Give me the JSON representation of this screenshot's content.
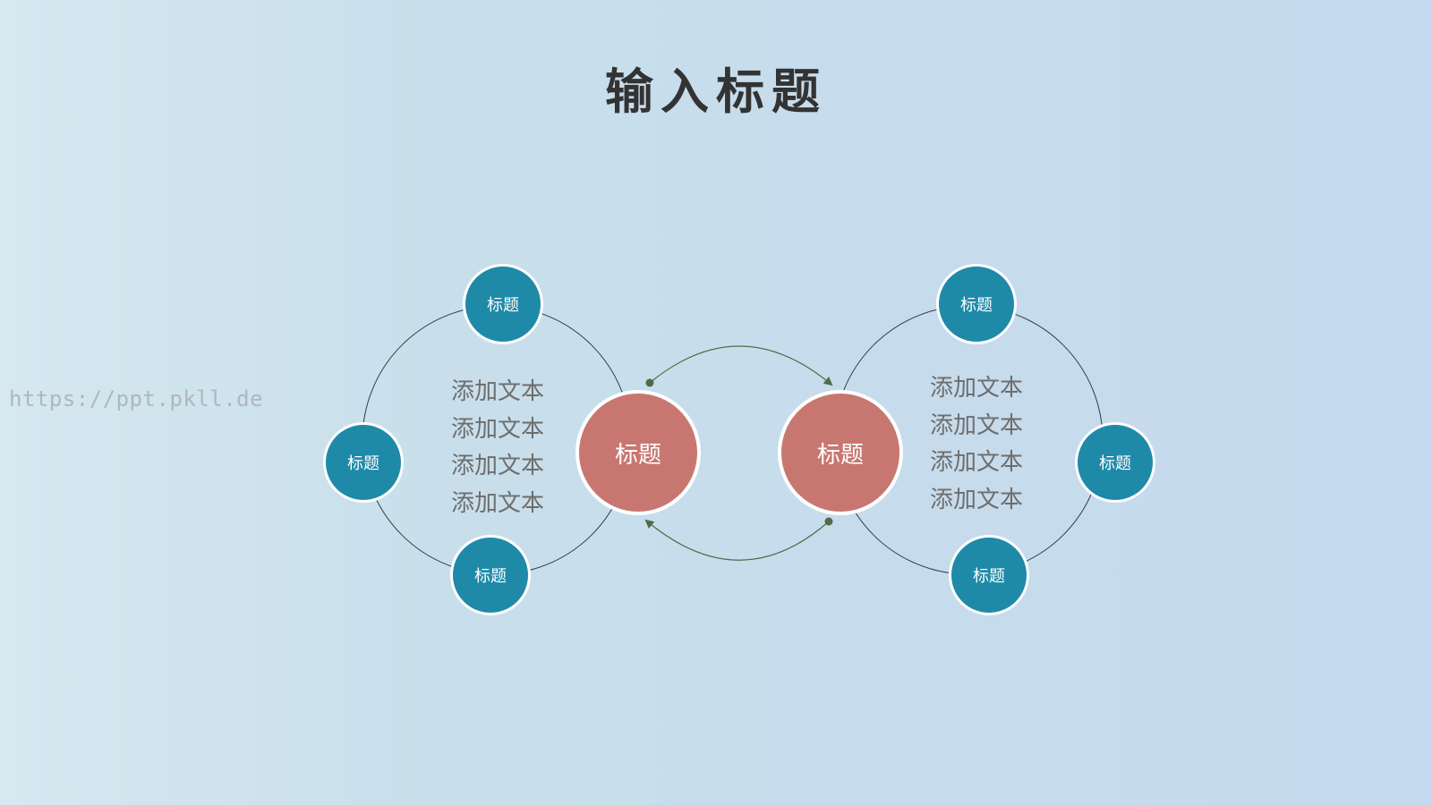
{
  "title": "输入标题",
  "watermark": "https://ppt.pkll.de",
  "colors": {
    "small_node": "#1e8aa8",
    "big_node": "#c87770",
    "outline": "#2f3c45",
    "arrow": "#4f6b49",
    "text": "#6d6d6d",
    "title": "#333333"
  },
  "left_group": {
    "center_label": "标题",
    "satellites": [
      "标题",
      "标题",
      "标题"
    ],
    "text_lines": [
      "添加文本",
      "添加文本",
      "添加文本",
      "添加文本"
    ]
  },
  "right_group": {
    "center_label": "标题",
    "satellites": [
      "标题",
      "标题",
      "标题"
    ],
    "text_lines": [
      "添加文本",
      "添加文本",
      "添加文本",
      "添加文本"
    ]
  }
}
